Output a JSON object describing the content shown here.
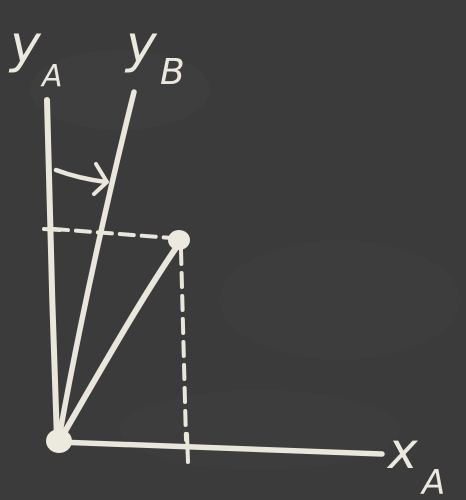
{
  "labels": {
    "y_axis_a_main": "y",
    "y_axis_a_sub": "A",
    "y_axis_b_main": "y",
    "y_axis_b_sub": "B",
    "x_axis_a_main": "x",
    "x_axis_a_sub": "A"
  },
  "colors": {
    "board": "#3a3a3a",
    "chalk": "#e9e6dc"
  }
}
